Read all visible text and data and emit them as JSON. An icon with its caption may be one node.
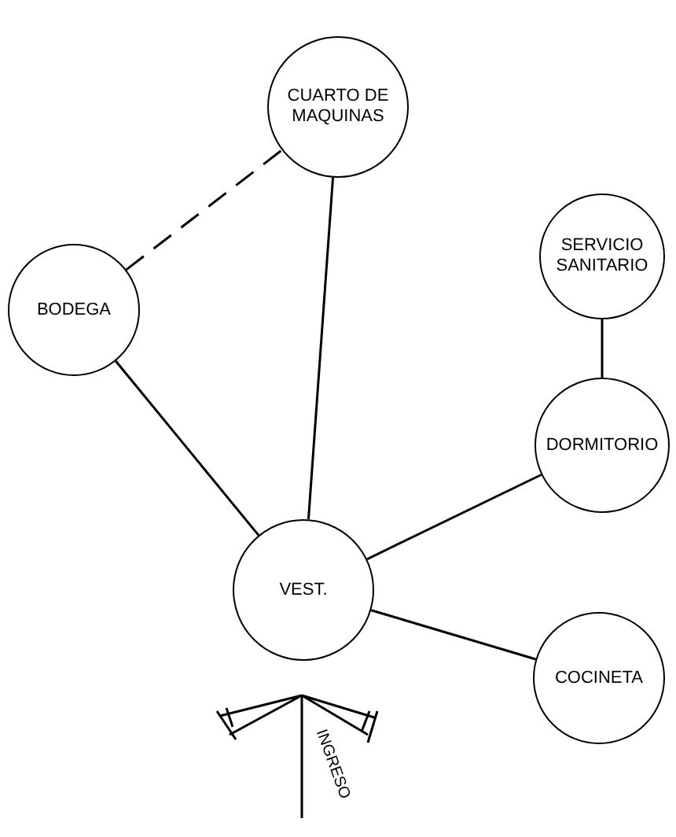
{
  "diagram": {
    "nodes": [
      {
        "text": [
          "CUARTO DE MAQUINAS"
        ]
      },
      {
        "text": [
          "BODEGA"
        ]
      },
      {
        "text": [
          "SERVICIO SANITARIO"
        ]
      },
      {
        "text": [
          "DORMITORIO"
        ]
      },
      {
        "text": [
          "VEST."
        ]
      },
      {
        "text": [
          "COCINETA"
        ]
      }
    ],
    "edges": [
      {
        "from": 1,
        "to": 0,
        "arrow": "none",
        "style": "dashed"
      },
      {
        "from": 0,
        "to": 4,
        "arrow": "none"
      },
      {
        "from": 1,
        "to": 4,
        "arrow": "none"
      },
      {
        "from": 2,
        "to": 3,
        "arrow": "none"
      },
      {
        "from": 3,
        "to": 4,
        "arrow": "none"
      },
      {
        "from": 4,
        "to": 5,
        "arrow": "none"
      }
    ],
    "labels": [
      "INGRESO"
    ]
  }
}
